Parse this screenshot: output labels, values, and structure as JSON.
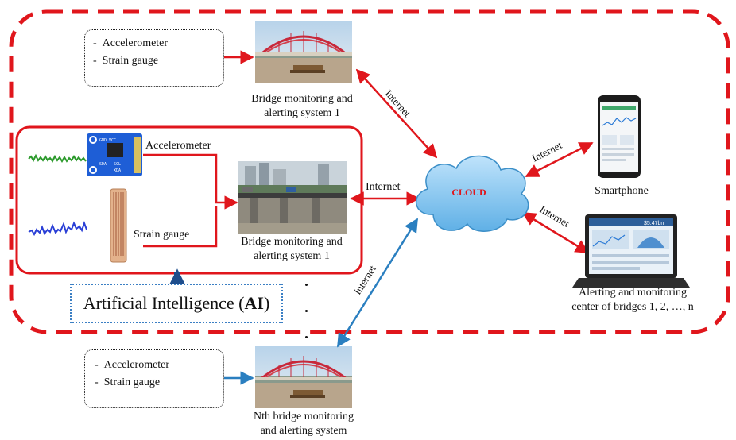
{
  "sensors_top": [
    "Accelerometer",
    "Strain gauge"
  ],
  "sensors_bottom": [
    "Accelerometer",
    "Strain gauge"
  ],
  "bridge_top_caption": [
    "Bridge monitoring and",
    "alerting system 1"
  ],
  "bridge_mid_caption": [
    "Bridge monitoring and",
    "alerting system 1"
  ],
  "bridge_bottom_caption": [
    "Nth bridge monitoring",
    "and alerting system"
  ],
  "accelerometer_label": "Accelerometer",
  "strain_gauge_label": "Strain gauge",
  "cloud_label": "CLOUD",
  "internet": "Internet",
  "ai": {
    "prefix": "Artificial Intelligence (",
    "bold": "AI",
    "suffix": ")"
  },
  "smartphone_label": "Smartphone",
  "alert_center_caption": [
    "Alerting and monitoring",
    "center of bridges 1, 2, …, n"
  ],
  "chip_text": [
    "GND VCC",
    "SDA",
    "SCL",
    "XDA"
  ],
  "laptop_screen_text": "$5.47bn",
  "colors": {
    "red": "#e0161c",
    "blue": "#2a7fc0",
    "cloud": "#5fb0e6",
    "ai_border": "#3b7fc4"
  }
}
